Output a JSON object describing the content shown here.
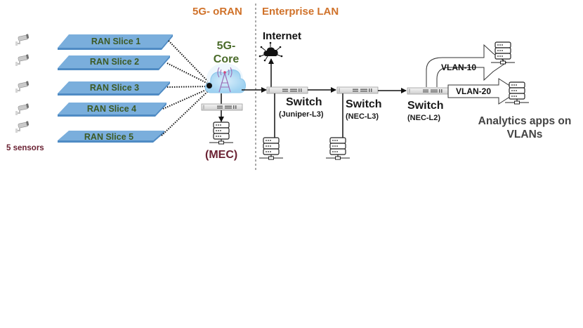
{
  "sections": {
    "left_title": "5G- oRAN",
    "right_title": "Enterprise LAN"
  },
  "sensors": {
    "label": "5 sensors",
    "count": 5,
    "icon": "security-camera-icon"
  },
  "ran_slices": [
    {
      "label": "RAN Slice 1"
    },
    {
      "label": "RAN Slice 2"
    },
    {
      "label": "RAN Slice 3"
    },
    {
      "label": "RAN Slice 4"
    },
    {
      "label": "RAN Slice 5"
    }
  ],
  "core": {
    "label_line1": "5G-",
    "label_line2": "Core",
    "icon": "cloud-tower-icon"
  },
  "mec": {
    "label": "(MEC)"
  },
  "internet": {
    "label": "Internet",
    "icon": "cloud-network-icon"
  },
  "switches": [
    {
      "label": "Switch",
      "sub": "(Juniper-L3)"
    },
    {
      "label": "Switch",
      "sub": "(NEC-L3)"
    },
    {
      "label": "Switch",
      "sub": "(NEC-L2)"
    }
  ],
  "vlans": [
    {
      "label": "VLAN-10"
    },
    {
      "label": "VLAN-20"
    }
  ],
  "analytics": {
    "line1": "Analytics apps on",
    "line2": "VLANs"
  },
  "colors": {
    "section_title": "#d0722a",
    "slice_fill": "#7aaedc",
    "slice_text": "#3d5a24",
    "core_text": "#4a6b2a",
    "mec_text": "#6b2233",
    "cloud_fill": "#b8def5",
    "tower": "#9b6bb5"
  }
}
